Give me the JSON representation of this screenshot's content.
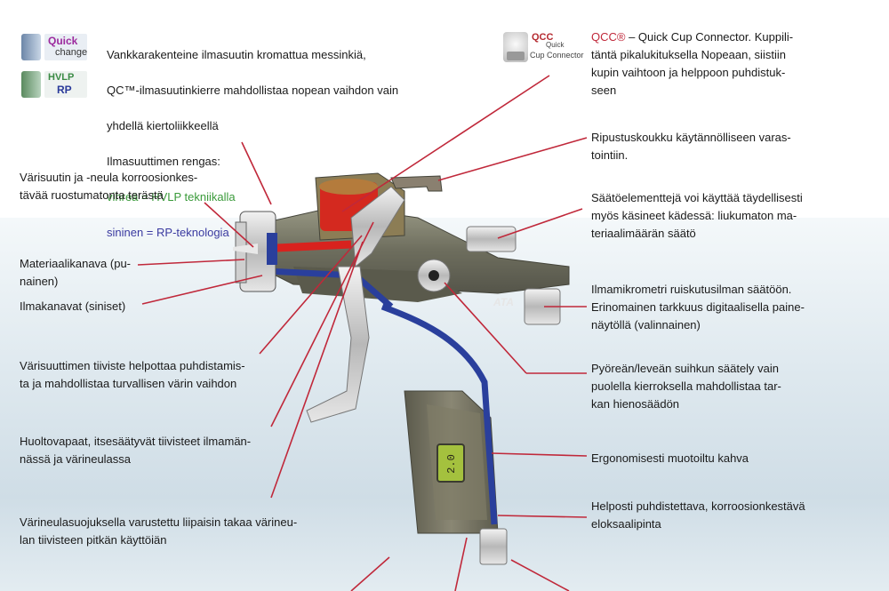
{
  "logos": {
    "quick_change": {
      "l1": "Quick",
      "l2": "change"
    },
    "hvlp_rp": {
      "l1": "HVLP",
      "l2": "RP"
    },
    "qcc": {
      "l1": "QCC",
      "l2": "Quick",
      "l3": "Cup Connector"
    }
  },
  "callouts": {
    "air_cap_1": "Vankkarakenteine ilmasuutin kromattua messinkiä,",
    "air_cap_2": "QC™-ilmasuutinkierre mahdollistaa nopean vaihdon vain",
    "air_cap_3": "yhdellä kiertoliikkeellä",
    "air_cap_4": "Ilmasuuttimen rengas:",
    "air_cap_green": "vihreä = HVLP tekniikalla",
    "air_cap_blue": "sininen = RP-teknologia",
    "qcc_brand": "QCC®",
    "qcc_text": " – Quick Cup Connector. Kuppili-\ntäntä pikalukituksella Nopeaan, siistiin\nkupin vaihtoon ja helppoon puhdistuk-\nseen",
    "hook": "Ripustuskoukku käytännölliseen varas-\ntointiin.",
    "knobs": "Säätöelementtejä voi käyttää täydellisesti\nmyös käsineet kädessä: liukumaton ma-\nteriaalimäärän säätö",
    "nozzle": "Värisuutin ja -neula korroosionkes-\ntävää ruostumatonta terästä",
    "material_channel": "Materiaalikanava (pu-\nnainen)",
    "air_channels": "Ilmakanavat (siniset)",
    "seal": "Värisuuttimen tiiviste helpottaa puhdistamis-\nta ja mahdollistaa turvallisen värin vaihdon",
    "maintenance": "Huoltovapaat, itsesäätyvät tiivisteet ilmamän-\nnässä ja värineulassa",
    "trigger": "Värineulasuojuksella varustettu liipaisin takaa värineu-\nlan tiivisteen pitkän käyttöiän",
    "micrometer": "Ilmamikrometri ruiskutusilman säätöön.\nErinomainen tarkkuus digitaalisella paine-\nnäytöllä (valinnainen)",
    "fan": "Pyöreän/leveän suihkun säätely vain\npuolella kierroksella mahdollistaa tar-\nkan hienosäädön",
    "handle": "Ergonomisesti muotoiltu kahva",
    "surface": "Helposti puhdistettava, korroosionkestävä\neloksaalipinta"
  },
  "gun": {
    "brand": "ATA",
    "display": "2.0"
  },
  "colors": {
    "material": "#d8221e",
    "air": "#2a3f9c",
    "body": "#7a7a68",
    "leader": "#c0283a"
  }
}
